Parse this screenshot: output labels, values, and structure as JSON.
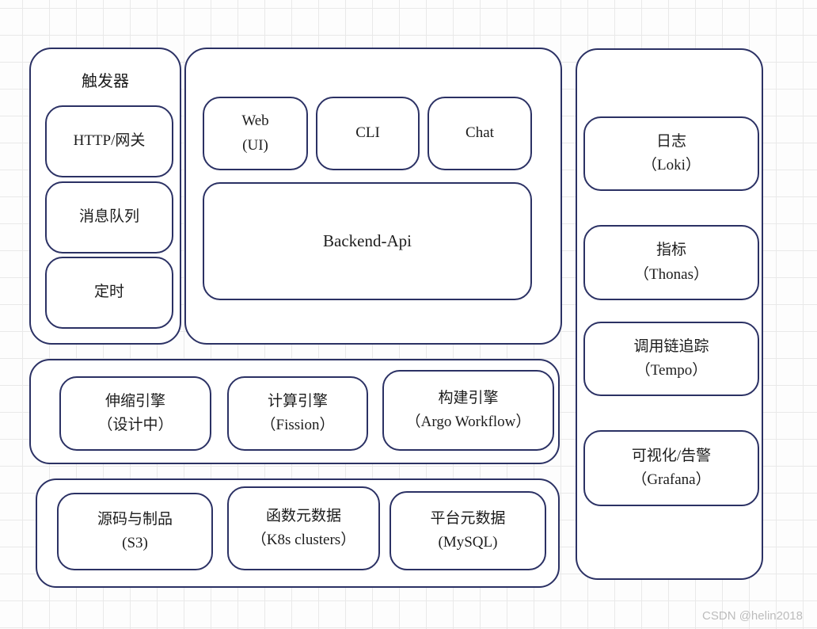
{
  "page": {
    "watermark": "CSDN @helin2018"
  },
  "colors": {
    "border": "#2b3164",
    "grid": "#e9e9e9",
    "bg": "#fdfdfd",
    "text": "#1c1c1c",
    "watermark": "#bcbcbc",
    "boxfill": "#ffffff"
  },
  "diagram": {
    "triggers": {
      "title": "触发器",
      "items": [
        {
          "label": "HTTP/网关"
        },
        {
          "label": "消息队列"
        },
        {
          "label": "定时"
        }
      ]
    },
    "clients": {
      "items": [
        {
          "line1": "Web",
          "line2": "(UI)"
        },
        {
          "line1": "CLI"
        },
        {
          "line1": "Chat"
        }
      ],
      "backend": "Backend-Api"
    },
    "observability": {
      "items": [
        {
          "line1": "日志",
          "line2": "（Loki）"
        },
        {
          "line1": "指标",
          "line2": "（Thonas）"
        },
        {
          "line1": "调用链追踪",
          "line2": "（Tempo）"
        },
        {
          "line1": "可视化/告警",
          "line2": "（Grafana）"
        }
      ]
    },
    "engines": {
      "items": [
        {
          "line1": "伸缩引擎",
          "line2": "（设计中）"
        },
        {
          "line1": "计算引擎",
          "line2": "（Fission）"
        },
        {
          "line1": "构建引擎",
          "line2": "（Argo Workflow）"
        }
      ]
    },
    "storage": {
      "items": [
        {
          "line1": "源码与制品",
          "line2": "(S3)"
        },
        {
          "line1": "函数元数据",
          "line2": "（K8s clusters）"
        },
        {
          "line1": "平台元数据",
          "line2": "(MySQL)"
        }
      ]
    }
  }
}
